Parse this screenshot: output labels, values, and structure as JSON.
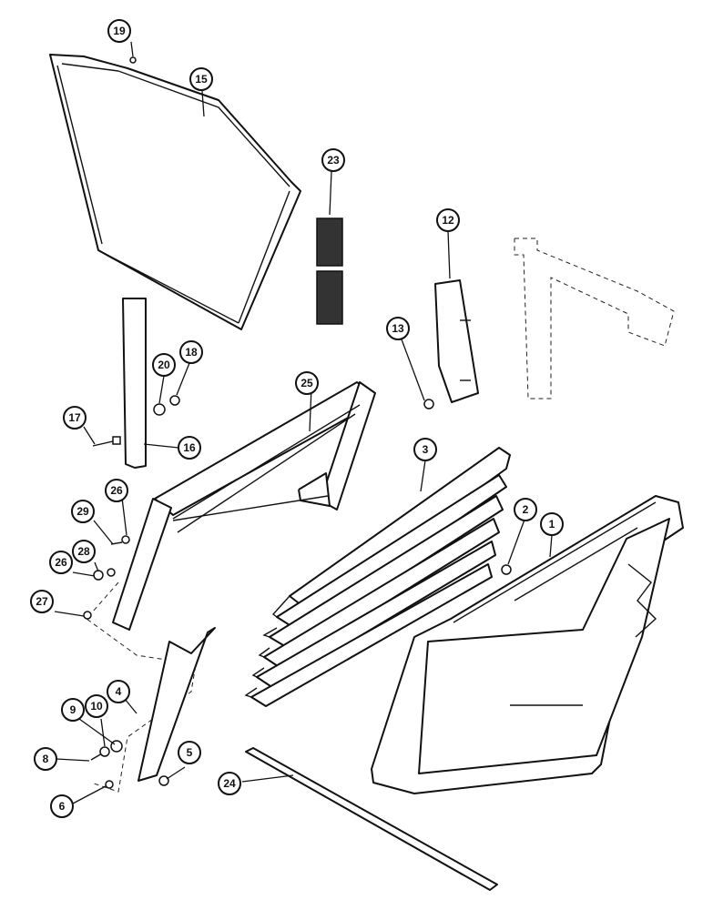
{
  "callouts": [
    "1",
    "2",
    "3",
    "4",
    "5",
    "6",
    "8",
    "9",
    "10",
    "12",
    "13",
    "15",
    "16",
    "17",
    "18",
    "19",
    "20",
    "23",
    "24",
    "25",
    "26",
    "26",
    "27",
    "28",
    "29"
  ]
}
